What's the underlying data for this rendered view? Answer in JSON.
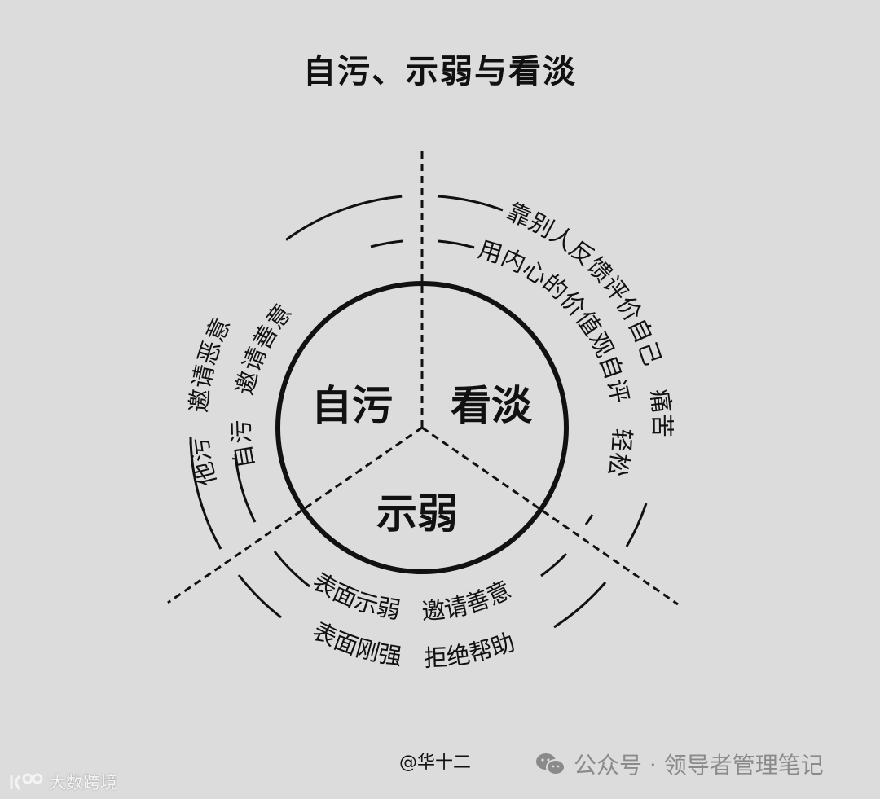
{
  "title": "自污、示弱与看淡",
  "diagram": {
    "center_labels": {
      "self_smear": "自污",
      "indifference": "看淡",
      "show_weakness": "示弱"
    },
    "left_outer": {
      "text": "他污　邀请恶意"
    },
    "left_inner": {
      "text": "自污　邀请善意"
    },
    "right_outer": {
      "text": "靠别人反馈评价自己　痛苦"
    },
    "right_inner": {
      "text": "用内心的价值观自评　轻松"
    },
    "bottom_inner": {
      "text": "表面示弱　邀请善意"
    },
    "bottom_outer": {
      "text": "表面刚强　拒绝帮助"
    }
  },
  "footer": {
    "author": "@华十二",
    "wechat_account": "公众号 · 领导者管理笔记",
    "brand_watermark": "大数跨境"
  }
}
